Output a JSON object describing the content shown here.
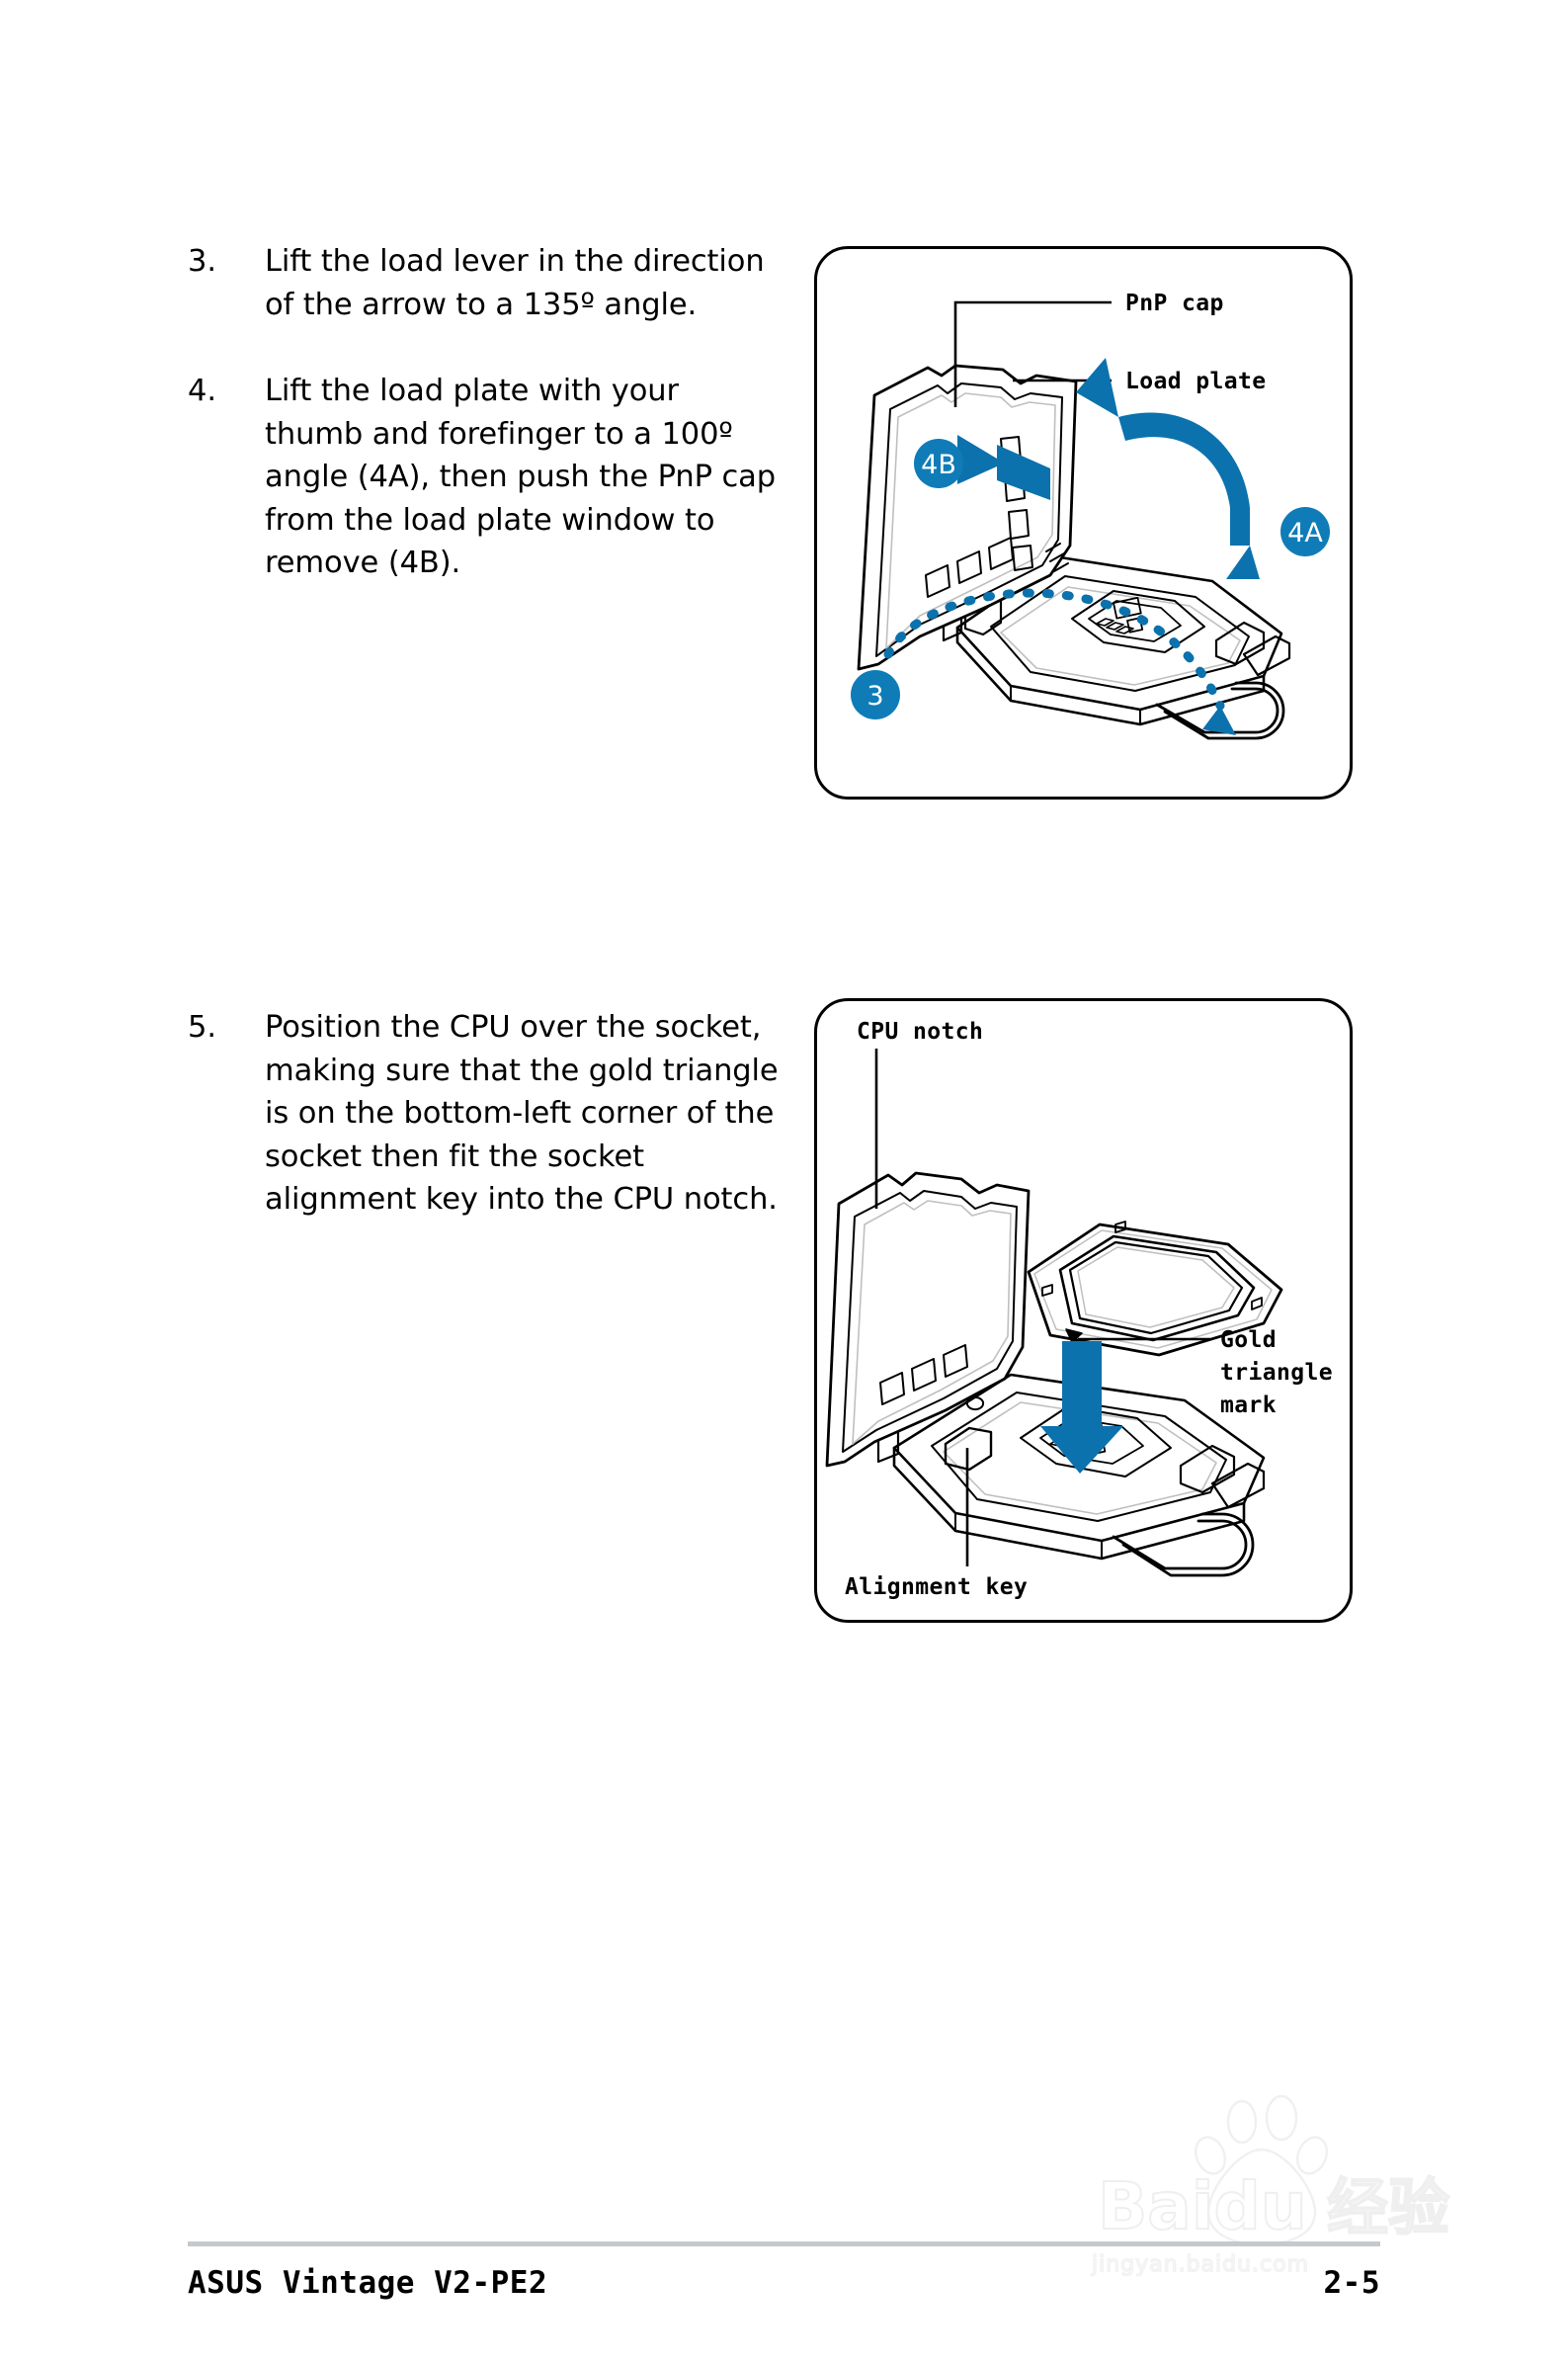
{
  "document": {
    "type": "hardware-installation-manual-page",
    "footer": {
      "product_title": "ASUS Vintage V2-PE2",
      "page_number": "2-5"
    },
    "watermark": {
      "brand": "Baidu",
      "brand_cn": "经验",
      "url": "jingyan.baidu.com"
    }
  },
  "steps": [
    {
      "number": "3.",
      "text": "Lift the load lever in the direction of the arrow to a 135º angle."
    },
    {
      "number": "4.",
      "text": "Lift the load plate with your thumb and forefinger to a 100º angle (4A), then push the PnP cap from the load plate window to remove (4B)."
    },
    {
      "number": "5.",
      "text": "Position the CPU over the socket, making sure that the gold triangle is on the bottom-left corner of the socket then fit the socket alignment key into the CPU notch."
    }
  ],
  "figures": [
    {
      "id": "figure-1",
      "caption_labels": {
        "pnp_cap": "PnP cap",
        "load_plate": "Load plate"
      },
      "callouts": [
        {
          "id": "3",
          "label": "3"
        },
        {
          "id": "4A",
          "label": "4A"
        },
        {
          "id": "4B",
          "label": "4B"
        }
      ]
    },
    {
      "id": "figure-2",
      "caption_labels": {
        "cpu_notch": "CPU notch",
        "gold_triangle_line1": "Gold",
        "gold_triangle_line2": "triangle",
        "gold_triangle_line3": "mark",
        "alignment_key": "Alignment key"
      },
      "callouts": []
    }
  ],
  "colors": {
    "accent_blue": "#0b72ad",
    "badge_blue": "#0f7cb8",
    "line_black": "#000000",
    "light_gray_line": "#bfbfbf",
    "footer_rule": "#c6c9cc"
  }
}
